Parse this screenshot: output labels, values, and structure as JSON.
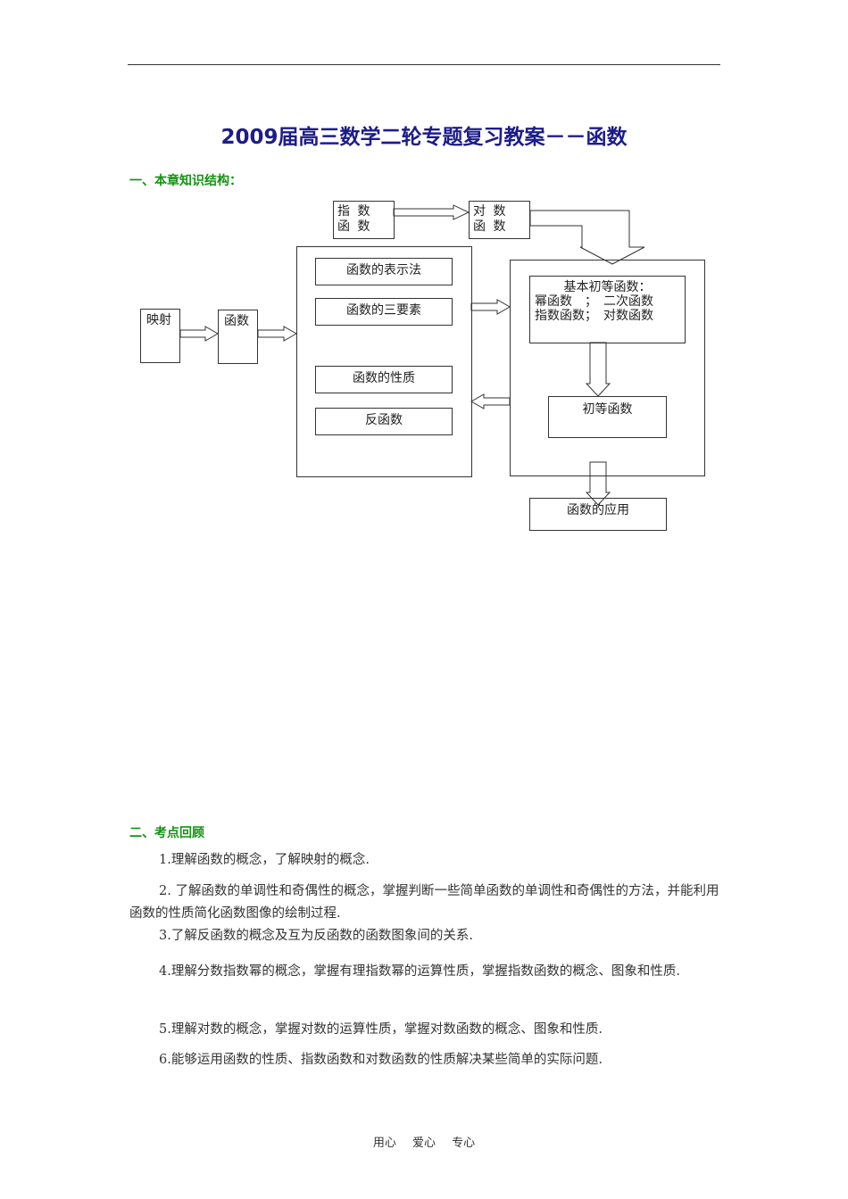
{
  "title": "2009届高三数学二轮专题复习教案－－函数",
  "section1": "一、本章知识结构：",
  "diagram": {
    "zhishu": "指 数 函 数",
    "duishu": "对 数 函 数",
    "yingshe": "映射",
    "hanshu": "函数",
    "biaoshi": "函数的表示法",
    "sanyaosu": "函数的三要素",
    "xingzhi": "函数的性质",
    "fanhanshu": "反函数",
    "jiben_title": "基本初等函数：",
    "jiben_line1": "幂函数　；　二次函数",
    "jiben_line2": "指数函数；　对数函数",
    "chudeng": "初等函数",
    "yingyong": "函数的应用"
  },
  "section2": "二、考点回顾",
  "items": [
    "1.理解函数的概念，了解映射的概念.",
    "2. 了解函数的单调性和奇偶性的概念，掌握判断一些简单函数的单调性和奇偶性的方法，并能利用函数的性质简化函数图像的绘制过程.",
    "3.了解反函数的概念及互为反函数的函数图象间的关系.",
    "4.理解分数指数幂的概念，掌握有理指数幂的运算性质，掌握指数函数的概念、图象和性质.",
    "5.理解对数的概念，掌握对数的运算性质，掌握对数函数的概念、图象和性质.",
    "6.能够运用函数的性质、指数函数和对数函数的性质解决某些简单的实际问题."
  ],
  "footer": "用心 爱心 专心"
}
